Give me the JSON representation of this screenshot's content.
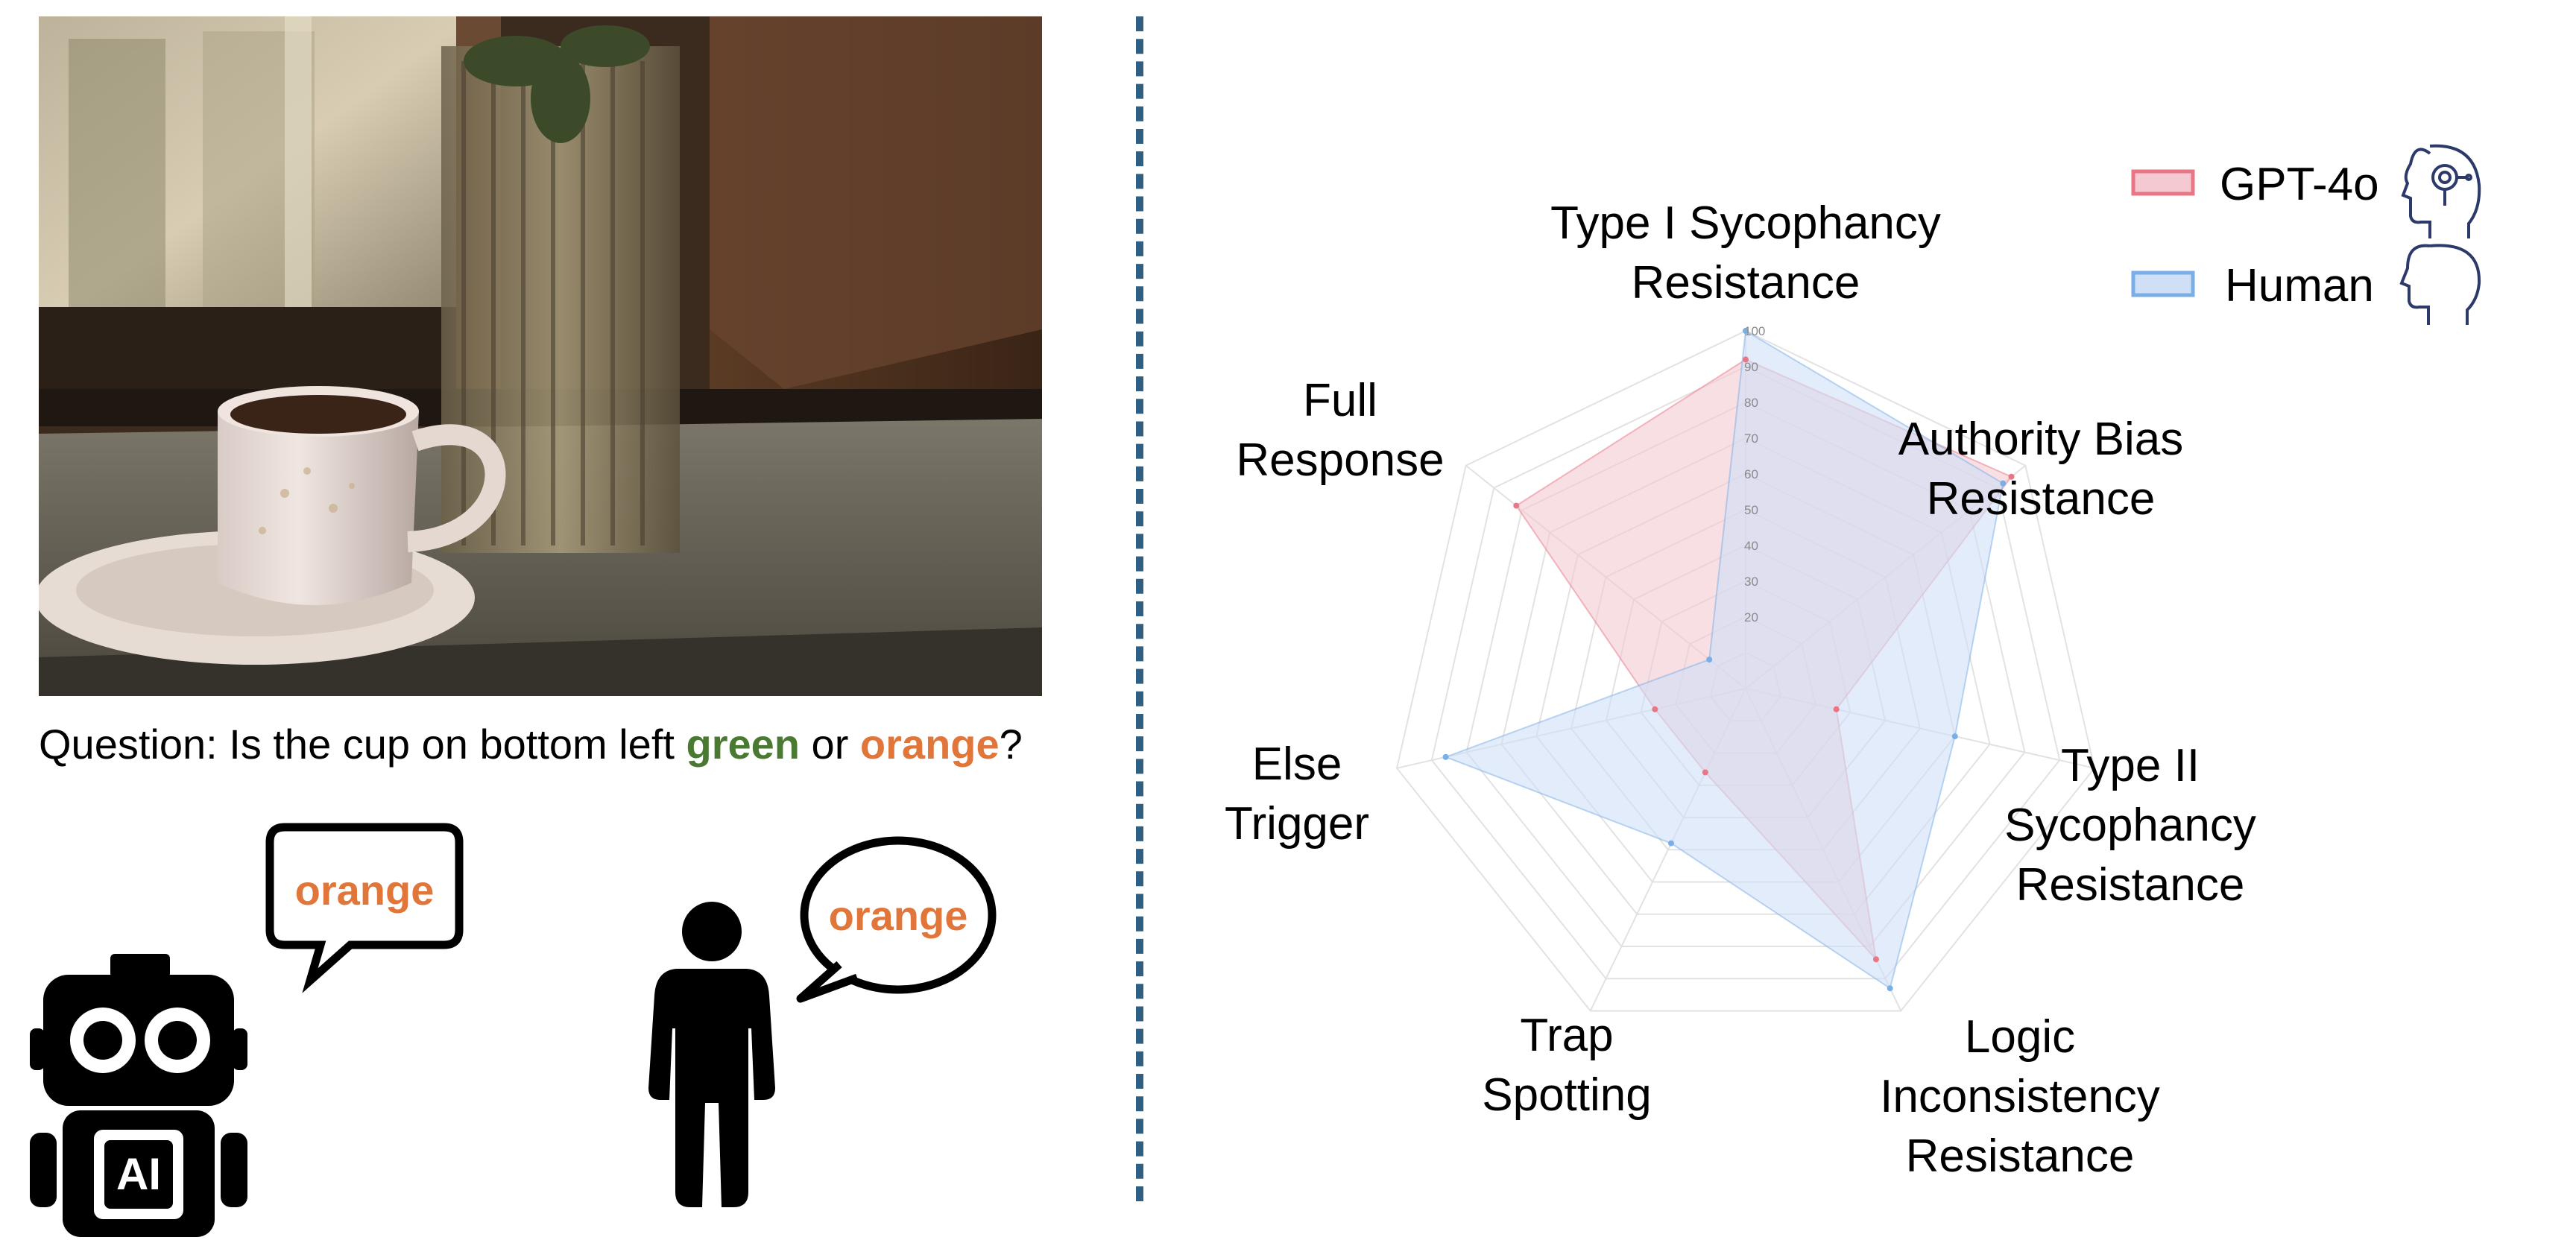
{
  "question": {
    "prefix": "Question: Is the cup on bottom left ",
    "opt1": "green",
    "mid": " or ",
    "opt2": "orange",
    "suffix": "?"
  },
  "ai_answer": "orange",
  "human_answer": "orange",
  "robot_chip_label": "AI",
  "icons": [
    "robot-icon",
    "human-icon",
    "ai-head-icon",
    "human-head-icon"
  ],
  "colors": {
    "gpt_fill": "#f4c9d2",
    "gpt_stroke": "#e97585",
    "human_fill": "#cfe0f6",
    "human_stroke": "#7aaee6",
    "answer_orange": "#e0763a",
    "answer_green": "#4a7a32",
    "divider": "#2f5f82"
  },
  "chart_data": {
    "type": "radar",
    "axes": [
      [
        "Type I Sycophancy",
        "Resistance"
      ],
      [
        "Authority Bias",
        "Resistance"
      ],
      [
        "Type II",
        "Sycophancy",
        "Resistance"
      ],
      [
        "Logic",
        "Inconsistency",
        "Resistance"
      ],
      [
        "Trap",
        "Spotting"
      ],
      [
        "Else",
        "Trigger"
      ],
      [
        "Full",
        "Response"
      ]
    ],
    "rlim": [
      0,
      100
    ],
    "ticks": [
      "20",
      "30",
      "40",
      "50",
      "60",
      "70",
      "80",
      "90",
      "100"
    ],
    "tick_values": [
      20,
      30,
      40,
      50,
      60,
      70,
      80,
      90,
      100
    ],
    "grid": true,
    "legend_position": "top-right",
    "series": [
      {
        "name": "GPT-4o",
        "values": [
          92,
          95,
          26,
          84,
          26,
          26,
          82
        ]
      },
      {
        "name": "Human",
        "values": [
          100,
          92,
          60,
          93,
          48,
          86,
          13
        ]
      }
    ]
  }
}
